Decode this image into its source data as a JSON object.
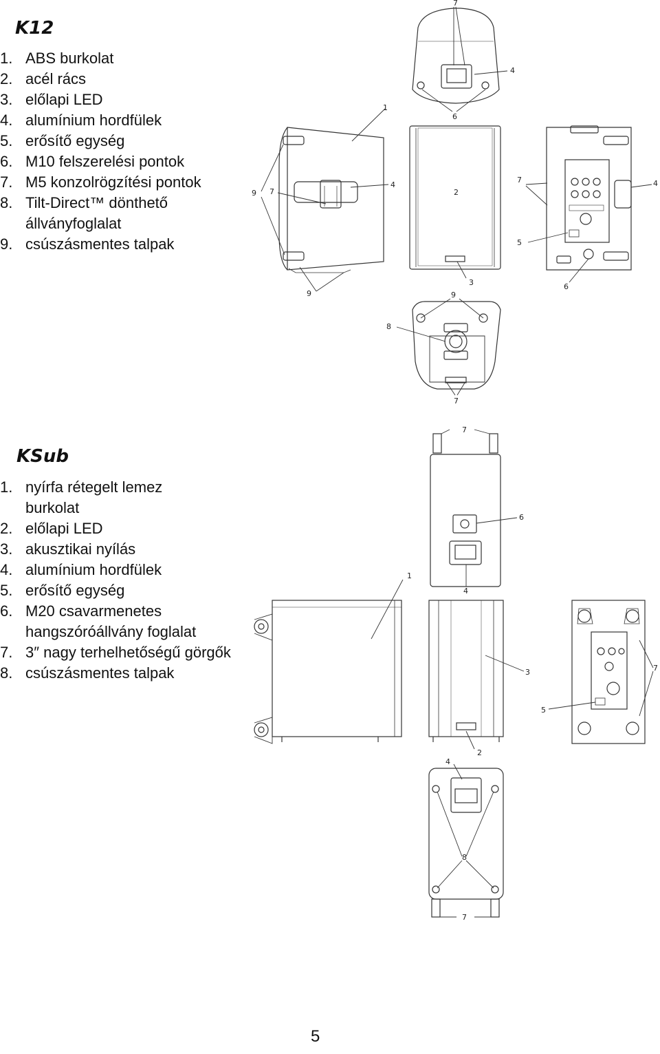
{
  "k12": {
    "title": "K12",
    "items": [
      {
        "num": "1.",
        "text": "ABS burkolat"
      },
      {
        "num": "2.",
        "text": "acél rács"
      },
      {
        "num": "3.",
        "text": "előlapi LED"
      },
      {
        "num": "4.",
        "text": "alumínium hordfülek"
      },
      {
        "num": "5.",
        "text": "erősítő egység"
      },
      {
        "num": "6.",
        "text": "M10 felszerelési pontok"
      },
      {
        "num": "7.",
        "text": "M5 konzolrögzítési pontok"
      },
      {
        "num": "8.",
        "text": "Tilt-Direct™ dönthető állványfoglalat"
      },
      {
        "num": "9.",
        "text": "csúszásmentes talpak"
      }
    ]
  },
  "ksub": {
    "title": "KSub",
    "items": [
      {
        "num": "1.",
        "text": "nyírfa rétegelt lemez burkolat"
      },
      {
        "num": "2.",
        "text": "előlapi LED"
      },
      {
        "num": "3.",
        "text": "akusztikai nyílás"
      },
      {
        "num": "4.",
        "text": "alumínium hordfülek"
      },
      {
        "num": "5.",
        "text": "erősítő egység"
      },
      {
        "num": "6.",
        "text": "M20 csavarmenetes hangszóróállvány foglalat"
      },
      {
        "num": "7.",
        "text": "3″ nagy terhelhetőségű görgők"
      },
      {
        "num": "8.",
        "text": "csúszásmentes talpak"
      }
    ]
  },
  "callouts": {
    "k12": {
      "top": [
        "7",
        "4",
        "1",
        "6"
      ],
      "side": [
        "9",
        "7",
        "4",
        "9"
      ],
      "front": [
        "2",
        "3"
      ],
      "rear": [
        "7",
        "4",
        "5",
        "6"
      ],
      "bottom": [
        "9",
        "8",
        "7"
      ]
    },
    "ksub": {
      "top": [
        "7",
        "6",
        "1",
        "4"
      ],
      "front": [
        "3",
        "2"
      ],
      "rear": [
        "7",
        "5"
      ],
      "bottom": [
        "4",
        "8",
        "7"
      ]
    }
  },
  "page": {
    "number": "5"
  }
}
